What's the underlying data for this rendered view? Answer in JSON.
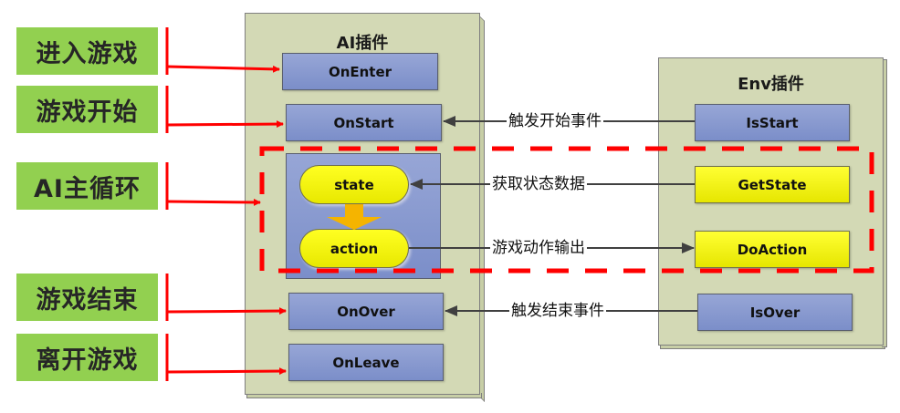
{
  "stages": [
    {
      "id": "enter",
      "label": "进入游戏"
    },
    {
      "id": "start",
      "label": "游戏开始"
    },
    {
      "id": "loop",
      "label": "AI主循环"
    },
    {
      "id": "over",
      "label": "游戏结束"
    },
    {
      "id": "leave",
      "label": "离开游戏"
    }
  ],
  "ai_plugin": {
    "title": "AI插件",
    "hooks": {
      "on_enter": "OnEnter",
      "on_start": "OnStart",
      "on_over": "OnOver",
      "on_leave": "OnLeave"
    },
    "loop": {
      "state": "state",
      "action": "action"
    }
  },
  "env_plugin": {
    "title": "Env插件",
    "items": {
      "is_start": "IsStart",
      "get_state": "GetState",
      "do_action": "DoAction",
      "is_over": "IsOver"
    }
  },
  "connections": {
    "start_event": "触发开始事件",
    "get_state_data": "获取状态数据",
    "action_output": "游戏动作输出",
    "over_event": "触发结束事件"
  },
  "colors": {
    "stage_green": "#92d050",
    "panel_bg": "#d3d9b5",
    "hook_blue": "#8a9bd0",
    "env_yellow": "#ffff00",
    "arrow_red": "#ff0000",
    "loop_border_red": "#ff0000",
    "connector_gray": "#404040",
    "flow_orange": "#f5b400"
  }
}
